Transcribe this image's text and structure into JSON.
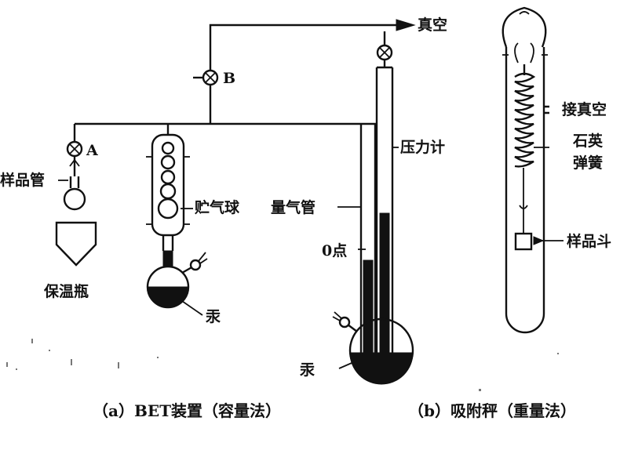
{
  "labels": {
    "vacuum": "真空",
    "valve_b": "B",
    "valve_a": "A",
    "sample_tube_left": "样品管",
    "dewar": "保温瓶",
    "storage_bulb": "贮气球",
    "gas_burette": "量气管",
    "manometer": "压力计",
    "zero_point": "0点",
    "mercury_left": "汞",
    "mercury_right": "汞",
    "to_vacuum": "接真空",
    "quartz": "石英",
    "spring": "弹簧",
    "sample_tube_right": "样品斗"
  },
  "captions": {
    "a": "（a）BET装置（容量法）",
    "b": "（b）吸附秤（重量法）"
  },
  "colors": {
    "ink": "#111111",
    "paper": "#ffffff"
  },
  "icons": [
    "valve-icon",
    "stopcock-icon",
    "arrow-icon",
    "spring-coil-icon"
  ]
}
